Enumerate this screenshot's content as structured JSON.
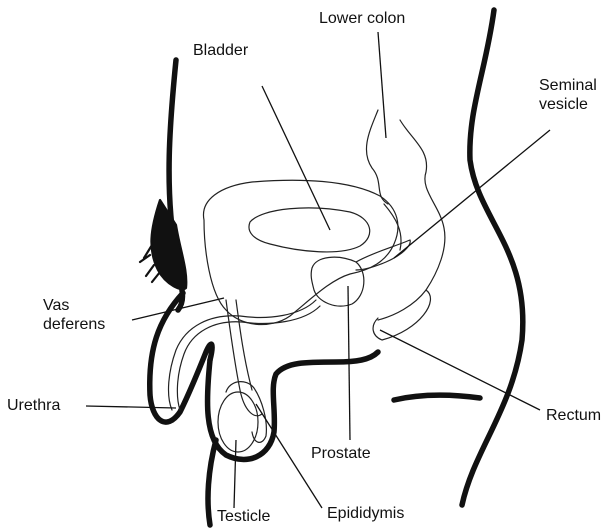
{
  "labels": {
    "lower_colon": "Lower colon",
    "bladder": "Bladder",
    "seminal_vesicle": [
      "Seminal",
      "vesicle"
    ],
    "vas_deferens": [
      "Vas",
      "deferens"
    ],
    "urethra": "Urethra",
    "rectum": "Rectum",
    "prostate": "Prostate",
    "testicle": "Testicle",
    "epididymis": "Epididymis"
  }
}
